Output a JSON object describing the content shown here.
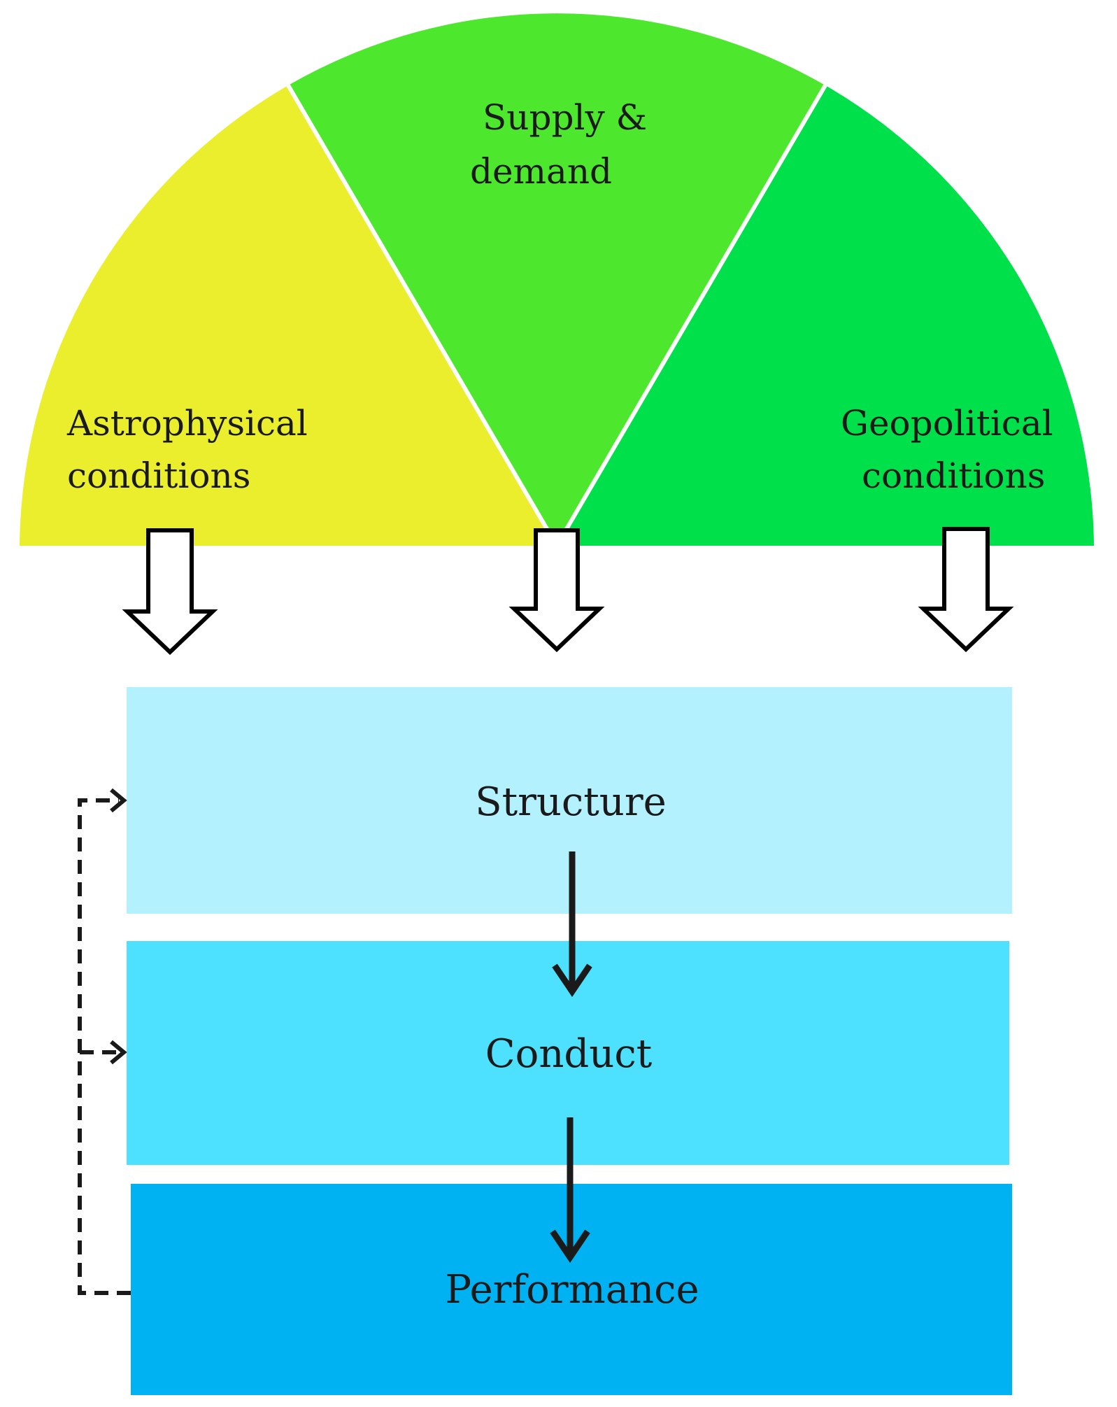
{
  "diagram": {
    "fan": {
      "left": {
        "label_line1": "Astrophysical",
        "label_line2": "conditions",
        "color": "#EAEE2C"
      },
      "middle": {
        "label_line1": "Supply &",
        "label_line2": "demand",
        "color": "#4DE82E"
      },
      "right": {
        "label_line1": "Geopolitical",
        "label_line2": "conditions",
        "color": "#00E04A"
      },
      "divider_color": "#ffffff"
    },
    "arrows": {
      "influence_arrows": [
        "hollow-down-arrow",
        "hollow-down-arrow",
        "hollow-down-arrow"
      ],
      "flow_arrows": [
        "solid-down-arrow",
        "solid-down-arrow"
      ],
      "feedback": "dashed-feedback-arrow"
    },
    "bands": {
      "structure": {
        "label": "Structure",
        "color": "#B3F1FF"
      },
      "conduct": {
        "label": "Conduct",
        "color": "#4DE1FF"
      },
      "performance": {
        "label": "Performance",
        "color": "#00B2F1"
      }
    }
  }
}
